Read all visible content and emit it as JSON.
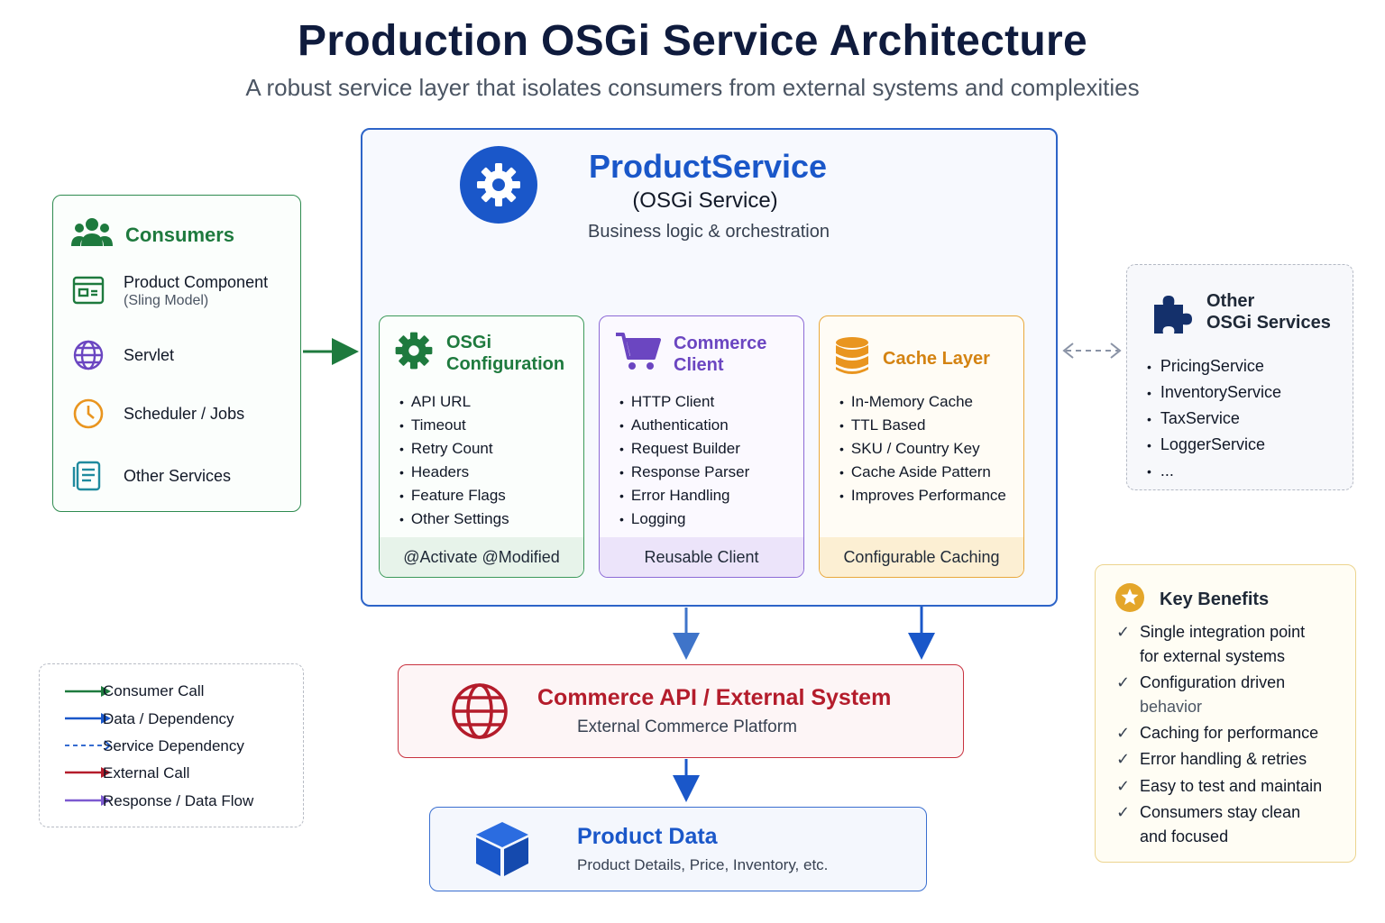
{
  "header": {
    "title": "Production OSGi Service Architecture",
    "subtitle": "A robust service layer that isolates consumers from external systems and complexities"
  },
  "consumers": {
    "title": "Consumers",
    "items": [
      {
        "label": "Product Component",
        "sub": "(Sling Model)",
        "icon": "component-icon"
      },
      {
        "label": "Servlet",
        "icon": "globe-icon"
      },
      {
        "label": "Scheduler / Jobs",
        "icon": "clock-icon"
      },
      {
        "label": "Other Services",
        "icon": "document-icon"
      }
    ]
  },
  "product_service": {
    "title": "ProductService",
    "subtitle": "(OSGi Service)",
    "description": "Business logic & orchestration"
  },
  "osgi_configuration": {
    "title_line1": "OSGi",
    "title_line2": "Configuration",
    "items": [
      "API URL",
      "Timeout",
      "Retry Count",
      "Headers",
      "Feature Flags",
      "Other Settings"
    ],
    "footer": "@Activate @Modified"
  },
  "commerce_client": {
    "title_line1": "Commerce",
    "title_line2": "Client",
    "items": [
      "HTTP Client",
      "Authentication",
      "Request Builder",
      "Response Parser",
      "Error Handling",
      "Logging"
    ],
    "footer": "Reusable Client"
  },
  "cache_layer": {
    "title": "Cache Layer",
    "items": [
      "In-Memory Cache",
      "TTL Based",
      "SKU / Country Key",
      "Cache Aside Pattern",
      "Improves Performance"
    ],
    "footer": "Configurable Caching"
  },
  "other_osgi": {
    "title_line1": "Other",
    "title_line2": "OSGi Services",
    "items": [
      "PricingService",
      "InventoryService",
      "TaxService",
      "LoggerService",
      "..."
    ]
  },
  "commerce_api": {
    "title": "Commerce API / External System",
    "subtitle": "External Commerce Platform"
  },
  "product_data": {
    "title": "Product Data",
    "subtitle": "Product Details, Price, Inventory, etc."
  },
  "legend": {
    "items": [
      {
        "label": "Consumer Call",
        "color": "#1e7a3e",
        "style": "solid"
      },
      {
        "label": "Data / Dependency",
        "color": "#1a57c9",
        "style": "solid"
      },
      {
        "label": "Service Dependency",
        "color": "#1a57c9",
        "style": "dashed"
      },
      {
        "label": "External Call",
        "color": "#b41c2b",
        "style": "solid"
      },
      {
        "label": "Response / Data Flow",
        "color": "#7c5ad0",
        "style": "solid"
      }
    ]
  },
  "benefits": {
    "title": "Key Benefits",
    "items": [
      {
        "line1": "Single integration point",
        "line2": "for external systems"
      },
      {
        "line1": "Configuration driven",
        "line2": "behavior"
      },
      {
        "line1": "Caching for performance",
        "line2": ""
      },
      {
        "line1": "Error handling & retries",
        "line2": ""
      },
      {
        "line1": "Easy to test and maintain",
        "line2": ""
      },
      {
        "line1": "Consumers stay clean",
        "line2": "and focused"
      }
    ]
  },
  "colors": {
    "green": "#1e7a3e",
    "blue": "#1a57c9",
    "purple": "#6b46c1",
    "orange": "#d48312",
    "red": "#b41c2b"
  }
}
